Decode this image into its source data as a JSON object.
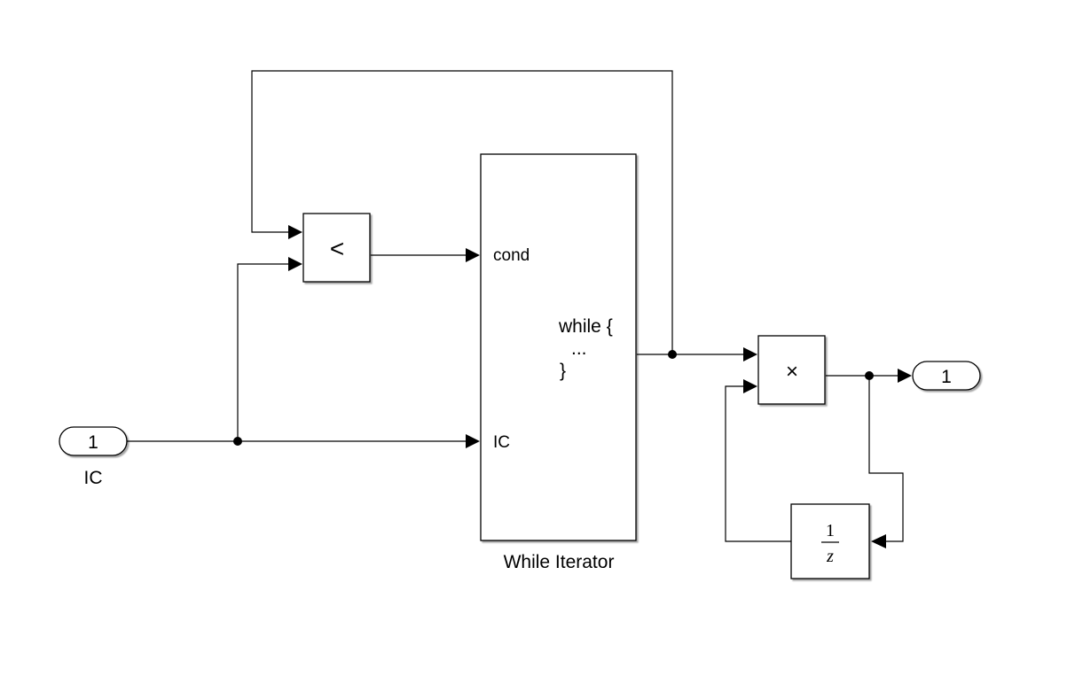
{
  "blocks": {
    "inport": {
      "number": "1",
      "label": "IC"
    },
    "relational_operator": {
      "symbol": "<"
    },
    "while_iterator": {
      "name": "While Iterator",
      "port_cond": "cond",
      "port_ic": "IC",
      "code_line1": "while {",
      "code_line2": "...",
      "code_line3": "}"
    },
    "product": {
      "symbol": "×"
    },
    "unit_delay": {
      "numerator": "1",
      "denominator": "z"
    },
    "outport": {
      "number": "1"
    }
  },
  "colors": {
    "ink": "#000000",
    "background": "#ffffff"
  }
}
